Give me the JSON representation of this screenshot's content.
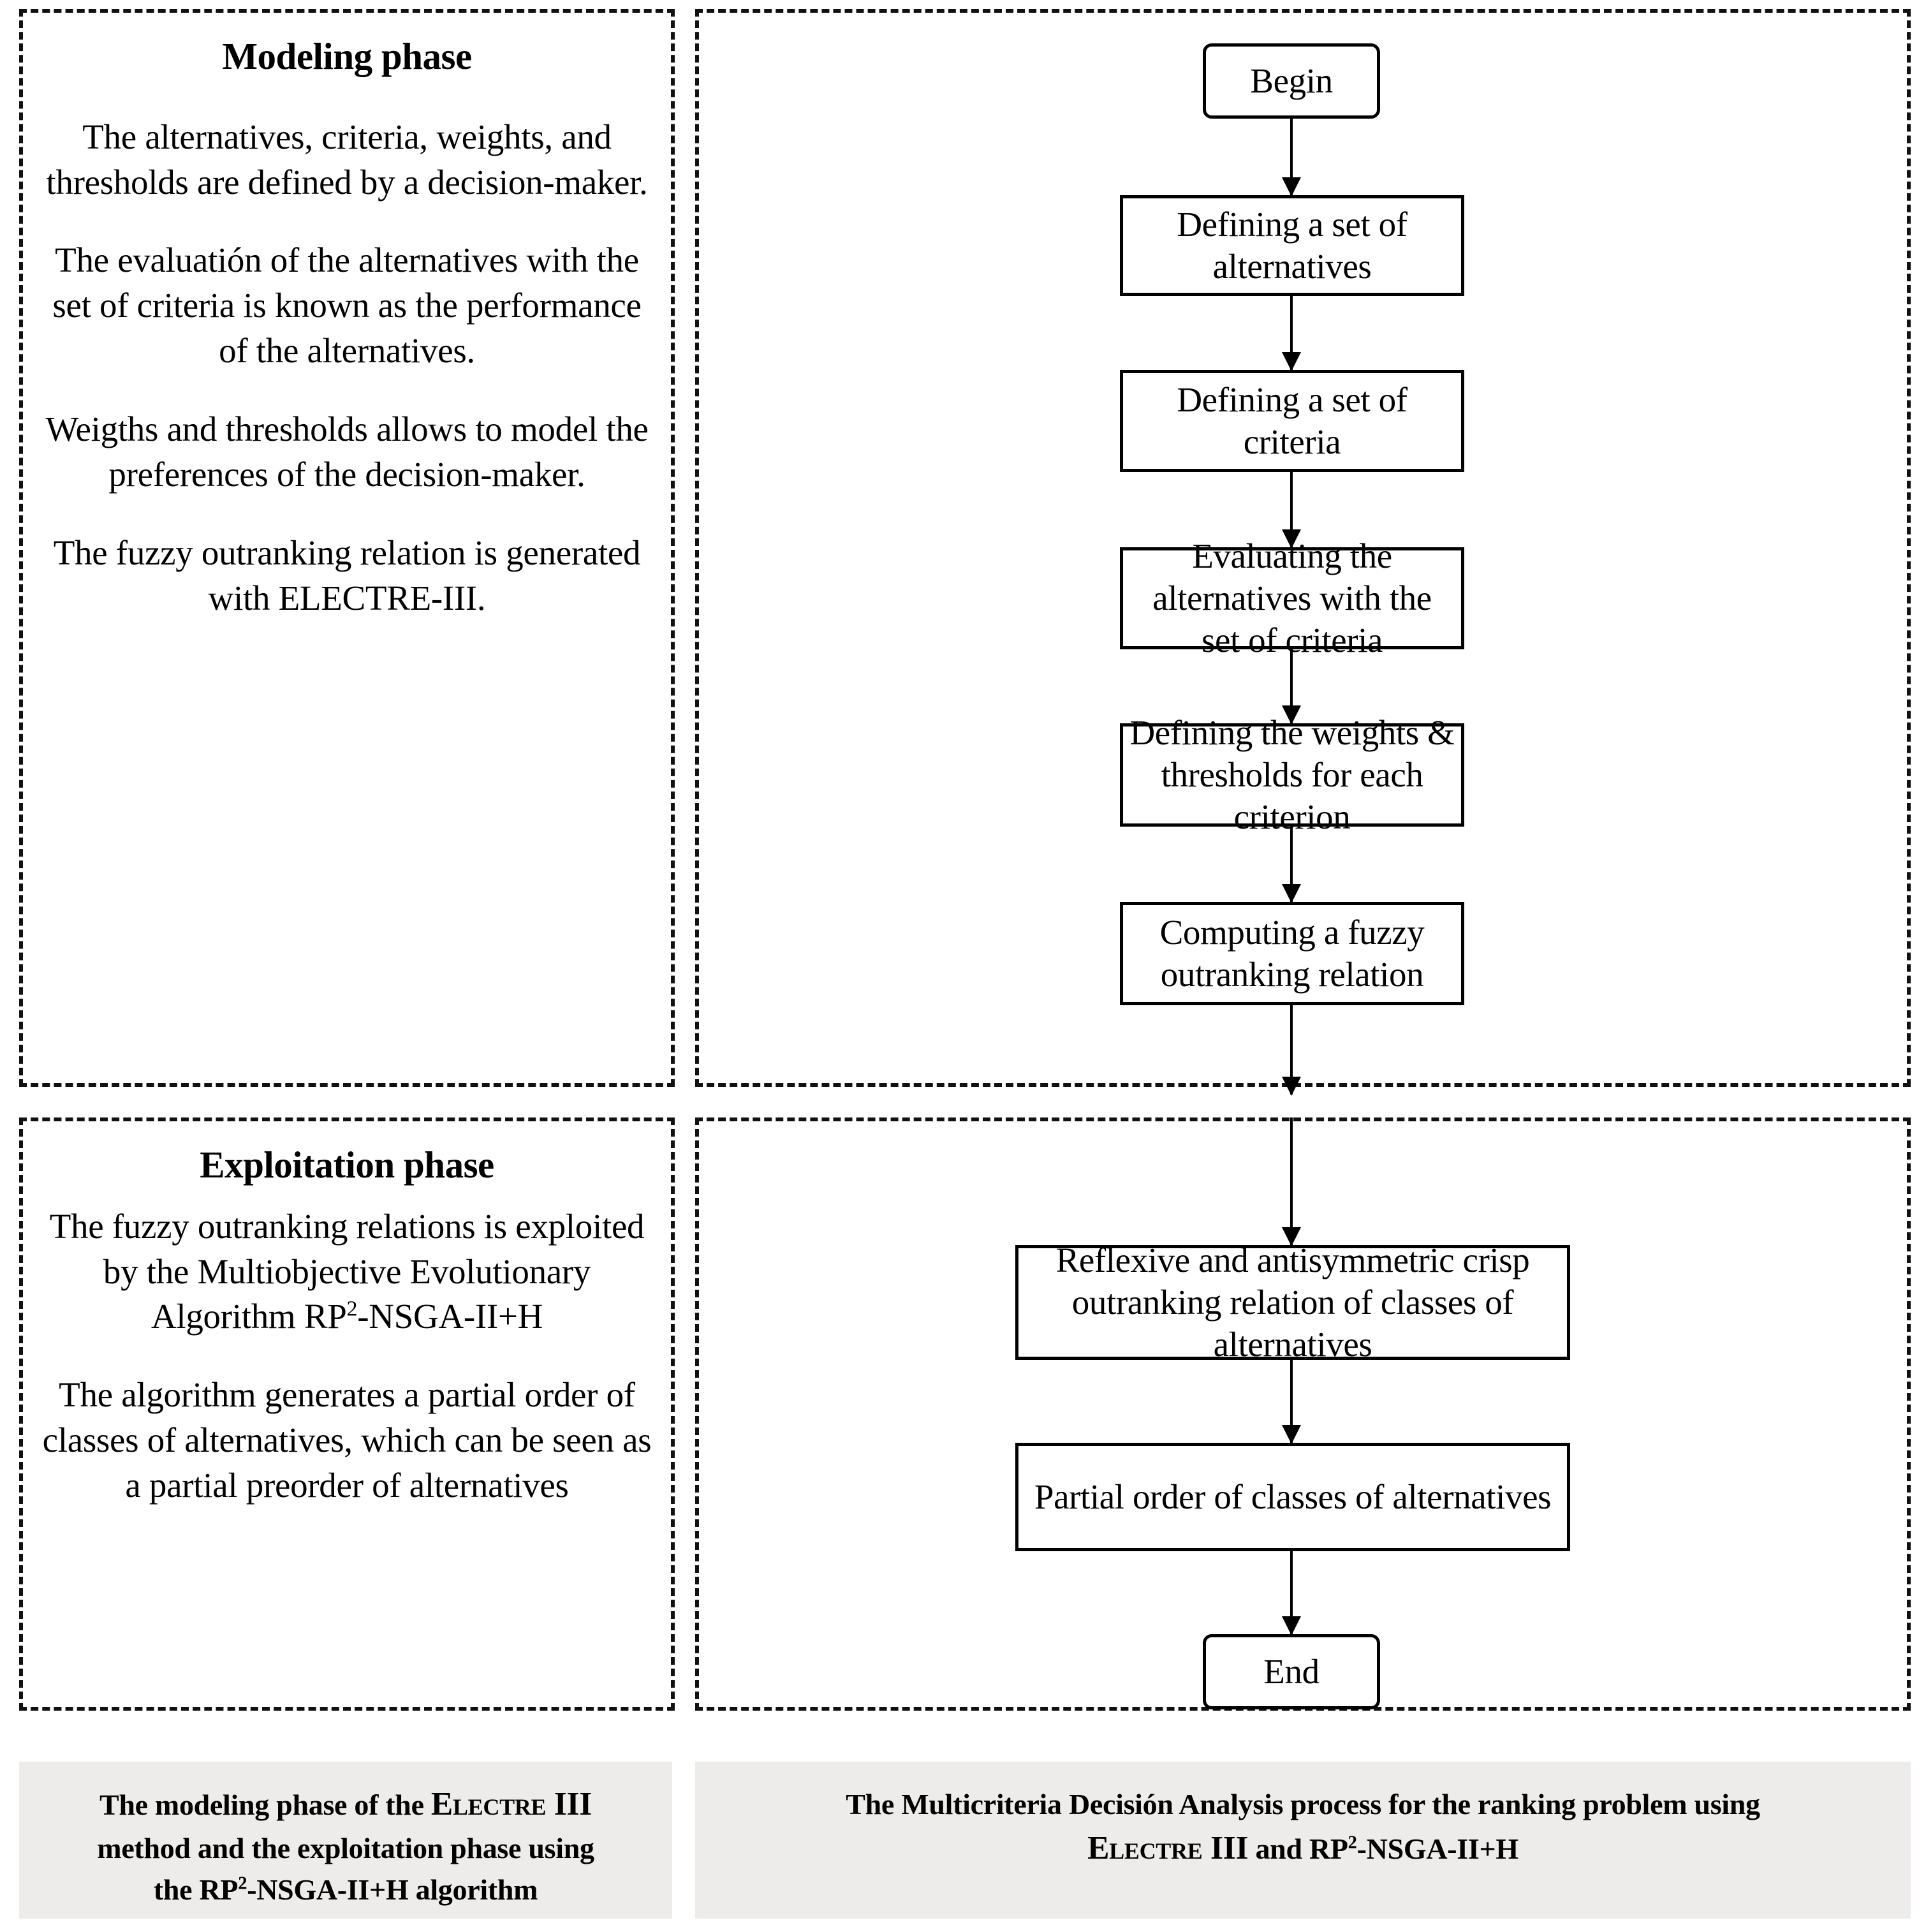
{
  "modeling_panel": {
    "title": "Modeling phase",
    "paragraphs": [
      "The alternatives, criteria, weights, and thresholds are defined by a decision-maker.",
      "The evaluatión of the alternatives with the set of criteria is known as the performance of the alternatives.",
      "Weigths and thresholds allows to model the preferences of the decision-maker.",
      "The fuzzy outranking relation is generated with ELECTRE-III."
    ]
  },
  "exploitation_panel": {
    "title": "Exploitation phase",
    "paragraph_1_prefix": "The fuzzy outranking relations is exploited by the Multiobjective Evolutionary Algorithm RP",
    "paragraph_1_sup": "2",
    "paragraph_1_suffix": "-NSGA-II+H",
    "paragraph_2": "The algorithm generates a partial order of classes of alternatives, which can be seen as a partial preorder of alternatives"
  },
  "flowchart": {
    "top": {
      "nodes": [
        {
          "id": "begin",
          "label": "Begin",
          "shape": "terminator"
        },
        {
          "id": "define-alternatives",
          "label": "Defining a set of alternatives",
          "shape": "process"
        },
        {
          "id": "define-criteria",
          "label": "Defining a set of criteria",
          "shape": "process"
        },
        {
          "id": "evaluate-alternatives",
          "label": "Evaluating the alternatives with the set of criteria",
          "shape": "process"
        },
        {
          "id": "define-weights",
          "label": "Defining the weights & thresholds for each criterion",
          "shape": "process"
        },
        {
          "id": "compute-fuzzy",
          "label": "Computing a fuzzy outranking relation",
          "shape": "process"
        }
      ]
    },
    "bottom": {
      "nodes": [
        {
          "id": "crisp-outranking",
          "label": "Reflexive and antisymmetric crisp outranking relation of classes of alternatives",
          "shape": "process"
        },
        {
          "id": "partial-order",
          "label": "Partial order of classes of alternatives",
          "shape": "process"
        },
        {
          "id": "end",
          "label": "End",
          "shape": "terminator"
        }
      ]
    }
  },
  "captions": {
    "left": {
      "line1_a": "The modeling phase of the ",
      "line1_sc": "Electre III",
      "line2": "method and the exploitation phase using",
      "line3_a": "the RP",
      "line3_sup": "2",
      "line3_b": "-NSGA-II+H algorithm"
    },
    "right": {
      "line1": "The Multicriteria Decisión Analysis process for the ranking problem using",
      "line2_sc": "Electre III",
      "line2_a": " and RP",
      "line2_sup": "2",
      "line2_b": "-NSGA-II+H"
    }
  },
  "colors": {
    "caption_background": "#edecea",
    "line": "#000000",
    "panel_border": "#111111"
  }
}
